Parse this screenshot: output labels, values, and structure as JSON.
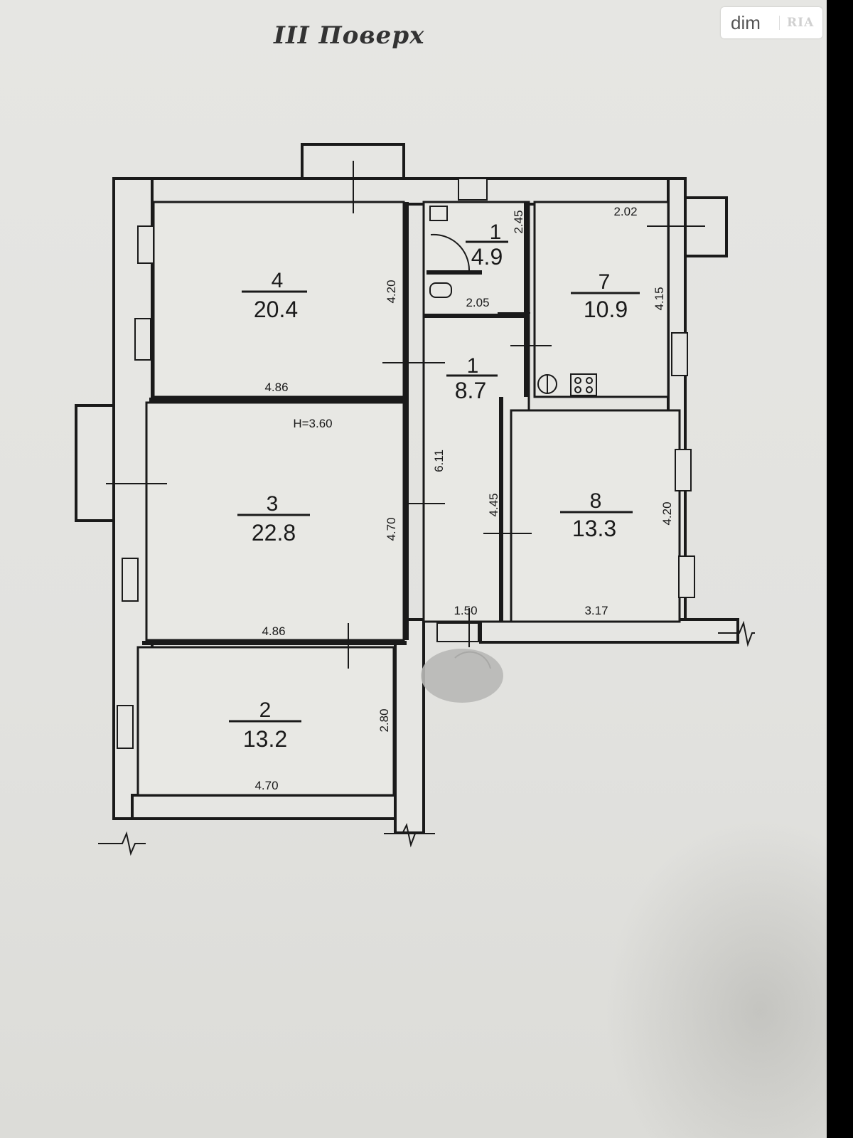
{
  "title": "III Поверх",
  "watermark": {
    "brand": "dim",
    "sub": "RIA"
  },
  "ceiling_height": "H=3.60",
  "rooms": [
    {
      "number": "4",
      "area": "20.4"
    },
    {
      "number": "1",
      "area": "4.9"
    },
    {
      "number": "7",
      "area": "10.9"
    },
    {
      "number": "1",
      "area": "8.7"
    },
    {
      "number": "3",
      "area": "22.8"
    },
    {
      "number": "8",
      "area": "13.3"
    },
    {
      "number": "2",
      "area": "13.2"
    }
  ],
  "dimensions": {
    "r4_width": "4.86",
    "r4_height": "4.20",
    "wc_height": "2.45",
    "wc_width": "2.05",
    "r7_width": "2.02",
    "r7_height": "4.15",
    "hall_height": "6.11",
    "r3_height": "4.70",
    "r3_width": "4.86",
    "hall_height_2": "4.45",
    "r8_height": "4.20",
    "hall_width": "1.50",
    "r8_width": "3.17",
    "r2_height": "2.80",
    "r2_width": "4.70"
  }
}
